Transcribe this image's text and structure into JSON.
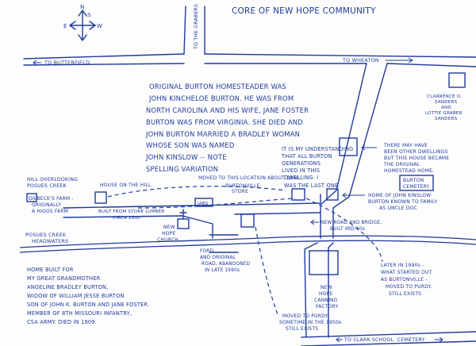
{
  "title": "CORE OF NEW HOPE COMMUNITY",
  "compass": {
    "n": "N",
    "s": "S",
    "e": "E",
    "w": "W"
  },
  "roads": {
    "to_butterfield": "TO BUTTERFIELD",
    "to_wheaton": "TO WHEATON",
    "to_the_grabers": "TO THE GRABERS",
    "to_clark_school": "TO CLARK SCHOOL",
    "cemetery": "CEMETERY"
  },
  "labels": {
    "sanders": [
      "CLARRENCE O.",
      "SANDERS",
      "AND",
      "LOTTIE GRABER",
      "SANDERS"
    ],
    "hill": [
      "HILL OVERLOOKING",
      "POSUES CREEK"
    ],
    "dilbecks_farm": [
      "DILBECK'S FARM -",
      "ORIGINALLY",
      "A HIGGS FARM"
    ],
    "house_on_hill": "HOUSE ON THE HILL",
    "built_from_store_lumber": [
      "BUILT FROM STORE LUMBER",
      "CIRCA 1930"
    ],
    "moved_to_location": "MOVED TO THIS LOCATION ABOUT 1946",
    "burtonville_store": [
      "BURTONVILLE",
      "STORE"
    ],
    "jabs": "JABS",
    "new_hope_church": [
      "NEW",
      "HOPE",
      "CHURCH"
    ],
    "posues_creek_headwaters": [
      "POSUES CREEK",
      "HEADWATERS"
    ],
    "ford": [
      "FORD",
      "AND ORIGINAL",
      "ROAD, ABANDONED",
      "IN LATE 1990s"
    ],
    "new_road_bridge": [
      "NEW ROAD AND BRIDGE,",
      "BUILT MID-60s"
    ],
    "new_hope_canning": [
      "NEW",
      "HOPE",
      "CANNING",
      "FACTORY"
    ],
    "home_john_kinslow": [
      "HOME OF JOHN KINSLOW",
      "BURTON KNOWN TO FAMILY",
      "AS UNCLE DOC"
    ],
    "other_dwellings": [
      "THERE MAY HAVE",
      "BEEN OTHER DWELLINGS",
      "BUT THIS HOUSE BECAME",
      "THE ORIGINAL",
      "HOMESTEAD HOME."
    ],
    "burton_cemetery": [
      "BURTON",
      "CEMETERY"
    ],
    "later_1990s": [
      "LATER IN 1990s -",
      "WHAT STARTED OUT",
      "AS BURTONVILLE -",
      "MOVED TO PURDY.",
      "STILL EXISTS"
    ],
    "moved_to_purdy": [
      "MOVED TO PURDY",
      "SOMETIME IN THE 1950s",
      "STILL EXISTS"
    ],
    "burton_generations": [
      "IT IS MY UNDERSTANDING",
      "THAT ALL BURTON",
      "GENERATIONS",
      "LIVED IN THIS",
      "DWELLING. I",
      "WAS THE LAST ONE."
    ],
    "homestead_note": [
      "ORIGINAL BURTON HOMESTEADER WAS",
      "JOHN KINCHELOE BURTON. HE WAS FROM",
      "NORTH CAROLINA AND HIS WIFE, JANE FOSTER",
      "BURTON WAS FROM VIRGINIA. SHE DIED AND",
      "JOHN BURTON MARRIED A BRADLEY WOMAN",
      "WHOSE SON WAS NAMED",
      "JOHN KINSLOW -- NOTE",
      "SPELLING VARIATION"
    ],
    "church_note": [
      "HOME BUILT FOR",
      "MY GREAT GRANDMOTHER",
      "ANGELINE BRADLEY BURTON,",
      "WIDOW OF WILLIAM JESSE BURTON",
      "SON OF JOHN K. BURTON AND JANE FOSTER.",
      "MEMBER OF 8TH MISSOURI INFANTRY,",
      "CSA ARMY. DIED IN 1909."
    ]
  }
}
